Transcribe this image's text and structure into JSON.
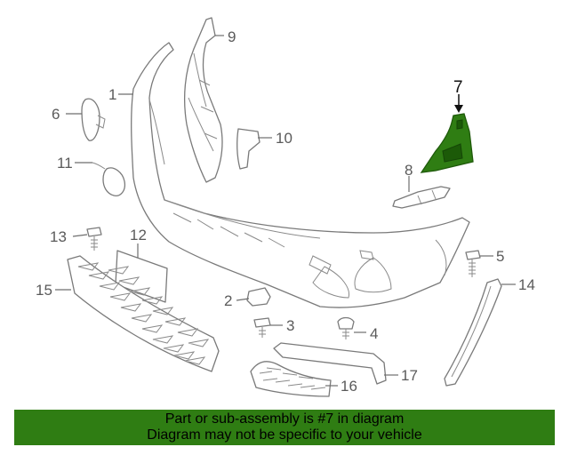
{
  "diagram": {
    "callouts": {
      "c1": "1",
      "c2": "2",
      "c3": "3",
      "c4": "4",
      "c5": "5",
      "c6": "6",
      "c7": "7",
      "c8": "8",
      "c9": "9",
      "c10": "10",
      "c11": "11",
      "c12": "12",
      "c13": "13",
      "c14": "14",
      "c15": "15",
      "c16": "16",
      "c17": "17"
    },
    "highlighted_part": "7",
    "highlight_color": "#2f7d13"
  },
  "banner": {
    "line1": "Part or sub-assembly is #7 in diagram",
    "line2": "Diagram may not be specific to your vehicle",
    "background": "#2f7d13"
  }
}
